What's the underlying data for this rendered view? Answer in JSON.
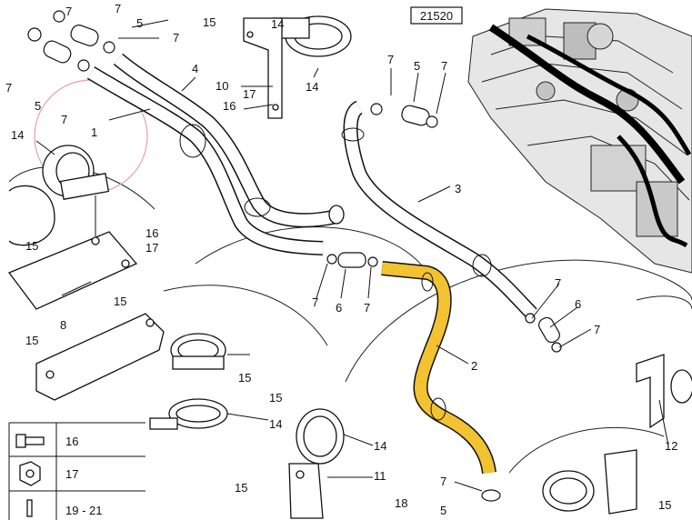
{
  "figure": {
    "reference_code": "21520",
    "highlight_color": "#F2C230",
    "callout_circle_color": "#E8A0A0"
  },
  "callouts": [
    "1",
    "2",
    "3",
    "4",
    "5",
    "5",
    "5",
    "6",
    "6",
    "7",
    "7",
    "7",
    "7",
    "7",
    "7",
    "7",
    "7",
    "7",
    "7",
    "7",
    "7",
    "8",
    "10",
    "11",
    "12",
    "14",
    "14",
    "14",
    "14",
    "14",
    "15",
    "15",
    "15",
    "15",
    "15",
    "15",
    "15",
    "15",
    "16",
    "16",
    "17",
    "17",
    "18"
  ],
  "legend": {
    "rows": [
      {
        "symbol": "bolt-side-icon",
        "label": "16"
      },
      {
        "symbol": "nut-icon",
        "label": "17"
      },
      {
        "symbol": "washer-icon",
        "label": "19 - 21"
      }
    ]
  }
}
